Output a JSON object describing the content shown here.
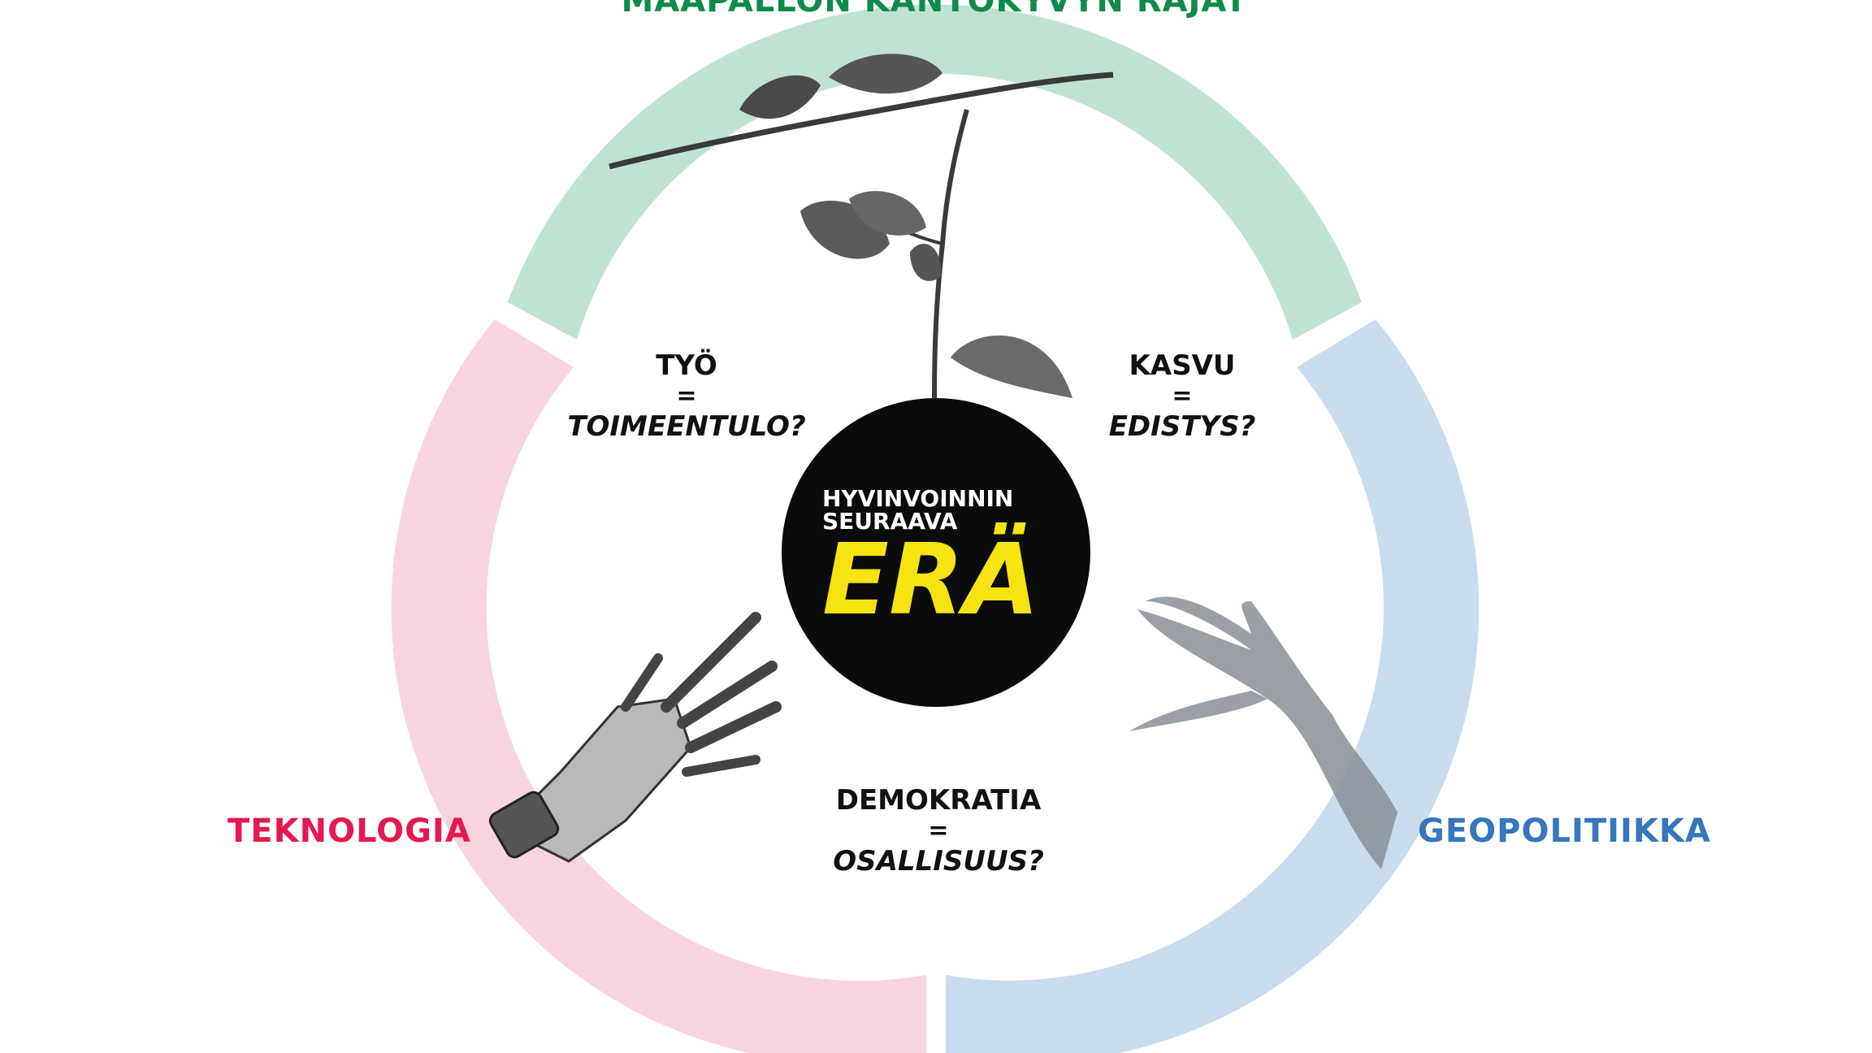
{
  "colors": {
    "green": "#bfe2d3",
    "pink": "#f8d5de",
    "blue": "#cadbec",
    "green_text": "#0f8a4a",
    "pink_text": "#e5184f",
    "blue_text": "#3576bc",
    "logo_yellow": "#f6e312",
    "logo_bg": "#0b0b0b"
  },
  "segments": {
    "top": "MAAPALLON KANTOKYVYN RAJAT",
    "left": "TEKNOLOGIA",
    "right": "GEOPOLITIIKKA"
  },
  "questions": {
    "work": {
      "top": "TYÖ",
      "eq": "=",
      "bottom": "TOIMEENTULO?"
    },
    "growth": {
      "top": "KASVU",
      "eq": "=",
      "bottom": "EDISTYS?"
    },
    "democracy": {
      "top": "DEMOKRATIA",
      "eq": "=",
      "bottom": "OSALLISUUS?"
    }
  },
  "logo": {
    "line1": "HYVINVOINNIN",
    "line2": "SEURAAVA",
    "big": "ERÄ"
  },
  "images": [
    "plant-branch",
    "robot-hand",
    "human-hand"
  ]
}
